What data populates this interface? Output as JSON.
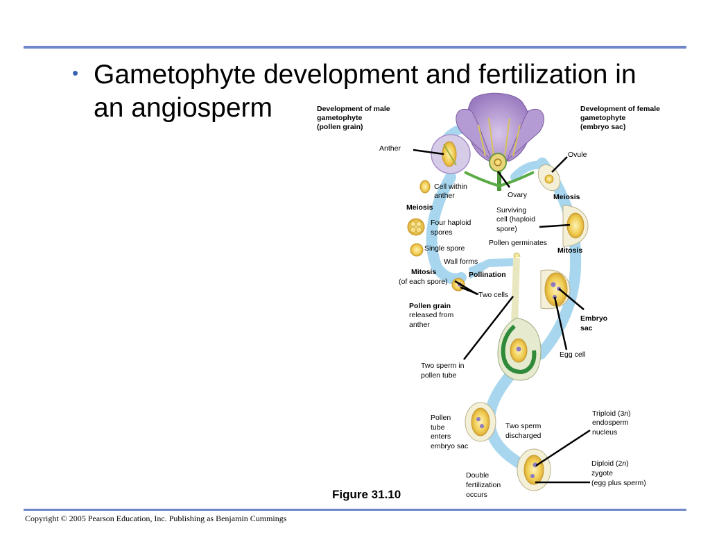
{
  "slide": {
    "title": "Gametophyte development and fertilization in an angiosperm",
    "bullet": "•",
    "figure": "Figure  31.10",
    "copyright": "Copyright © 2005 Pearson Education, Inc. Publishing as Benjamin Cummings"
  },
  "colors": {
    "rule": "#6f86c8",
    "bullet": "#3b63b8",
    "arrow": "#a7d6ee",
    "flower": "#a98bc8",
    "cell": "#f0cc50",
    "nucleus": "#8e7ac0",
    "tube": "#2f8a3a"
  },
  "diagram": {
    "male_heading": [
      "Development of male",
      "gametophyte",
      "(pollen grain)"
    ],
    "female_heading": [
      "Development of female",
      "gametophyte",
      "(embryo sac)"
    ],
    "anther": "Anther",
    "ovule": "Ovule",
    "ovary": "Ovary",
    "cell_within_anther": [
      "Cell within",
      "anther"
    ],
    "meiosis_left": "Meiosis",
    "meiosis_right": "Meiosis",
    "four_haploid_spores": [
      "Four haploid",
      "spores"
    ],
    "single_spore": "Single spore",
    "wall_forms": "Wall forms",
    "mitosis_each": [
      "Mitosis",
      "(of each spore)"
    ],
    "pollination": "Pollination",
    "two_cells": "Two cells",
    "surviving_cell": [
      "Surviving",
      "cell (haploid",
      "spore)"
    ],
    "pollen_germinates": "Pollen germinates",
    "mitosis_right": "Mitosis",
    "pollen_grain": "Pollen grain",
    "pollen_grain_rest": [
      "released from",
      "anther"
    ],
    "embryo_sac": [
      "Embryo",
      "sac"
    ],
    "egg_cell": "Egg cell",
    "two_sperm_tube": [
      "Two sperm in",
      "pollen tube"
    ],
    "pollen_tube_enters": [
      "Pollen",
      "tube",
      "enters",
      "embryo sac"
    ],
    "two_sperm_discharged": [
      "Two sperm",
      "discharged"
    ],
    "triploid": {
      "a": "Triploid (3",
      "n": "n",
      "b": ")",
      "rest": [
        "endosperm",
        "nucleus"
      ]
    },
    "diploid": {
      "a": "Diploid (2",
      "n": "n",
      "b": ")",
      "rest": [
        "zygote",
        "(egg plus sperm)"
      ]
    },
    "double_fertilization": [
      "Double",
      "fertilization",
      "occurs"
    ]
  }
}
